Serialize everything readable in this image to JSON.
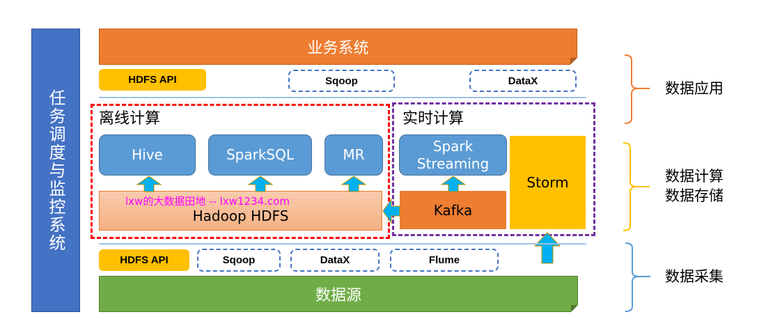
{
  "sidebar": {
    "label": "任务调度与监控系统"
  },
  "top_banner": {
    "label": "业务系统"
  },
  "bottom_banner": {
    "label": "数据源"
  },
  "top_tools": [
    {
      "label": "HDFS API",
      "style": "solid"
    },
    {
      "label": "Sqoop",
      "style": "dashed"
    },
    {
      "label": "DataX",
      "style": "dashed"
    }
  ],
  "bottom_tools": [
    {
      "label": "HDFS API",
      "style": "solid"
    },
    {
      "label": "Sqoop",
      "style": "dashed"
    },
    {
      "label": "DataX",
      "style": "dashed"
    },
    {
      "label": "Flume",
      "style": "dashed"
    }
  ],
  "offline": {
    "title": "离线计算",
    "engines": [
      "Hive",
      "SparkSQL",
      "MR"
    ],
    "storage": "Hadoop HDFS",
    "watermark": "lxw的大数据田地 -- lxw1234.com"
  },
  "realtime": {
    "title": "实时计算",
    "engine": "Spark Streaming",
    "engine_line1": "Spark",
    "engine_line2": "Streaming",
    "queue": "Kafka",
    "stream": "Storm"
  },
  "layers": [
    {
      "label_lines": [
        "数据应用"
      ],
      "color": "#ed7d31"
    },
    {
      "label_lines": [
        "数据计算",
        "数据存储"
      ],
      "color": "#ffc000"
    },
    {
      "label_lines": [
        "数据采集"
      ],
      "color": "#5b9bd5"
    }
  ],
  "colors": {
    "sidebar": "#4472c4",
    "business": "#ed7d31",
    "source": "#70ad47",
    "engine": "#5b9bd5",
    "arrow": "#00b0f0",
    "offline_border": "#ff0000",
    "realtime_border": "#7030a0",
    "watermark": "#ff00ff"
  }
}
